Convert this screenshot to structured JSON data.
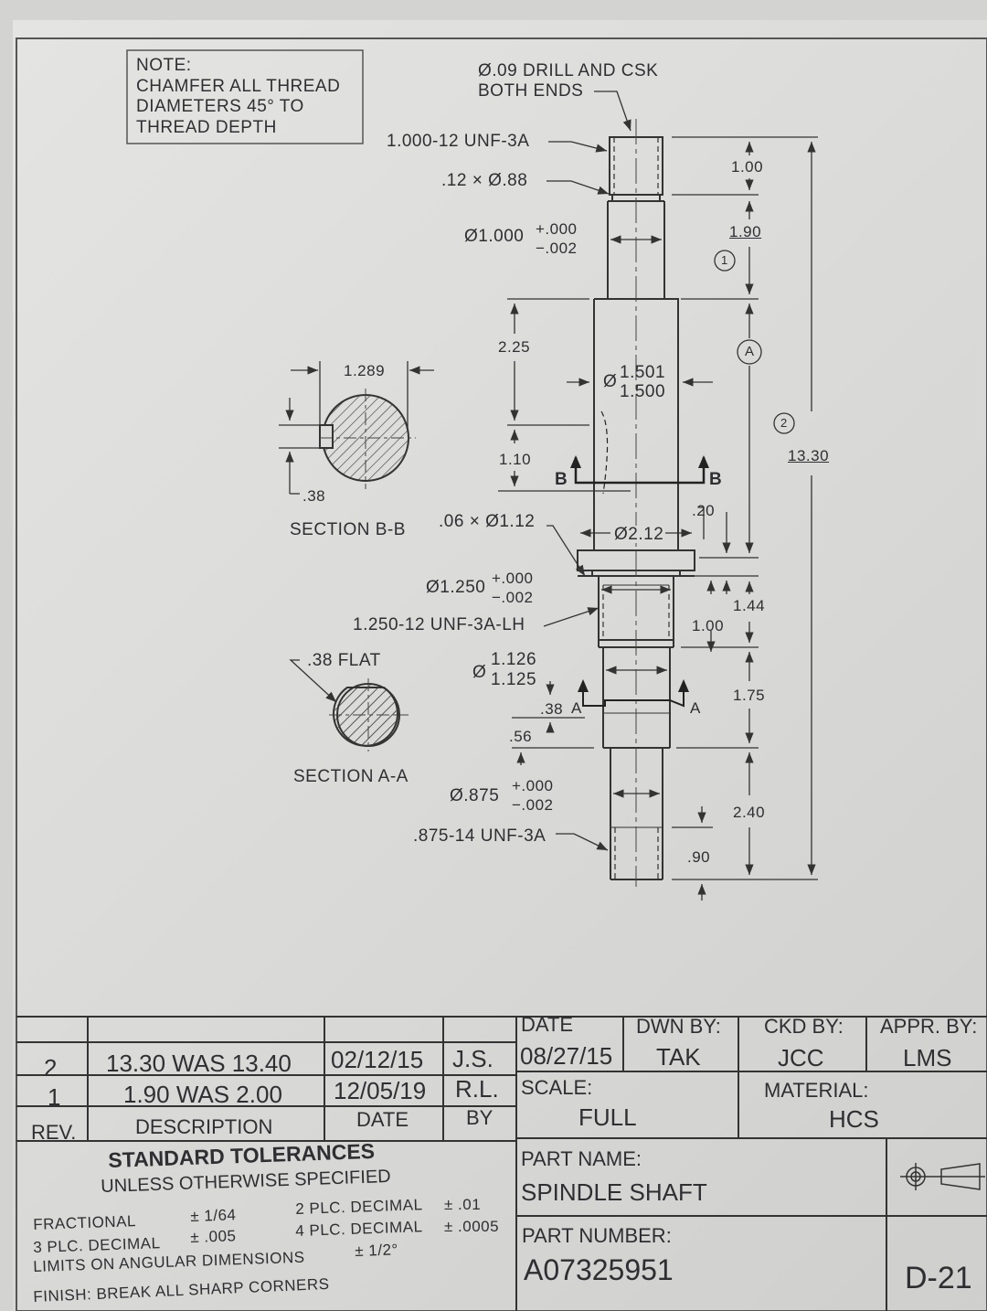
{
  "note": {
    "title": "NOTE:",
    "lines": [
      "CHAMFER ALL THREAD",
      "DIAMETERS 45° TO",
      "THREAD DEPTH"
    ]
  },
  "callouts": {
    "drill_line1": "Ø.09 DRILL AND CSK",
    "drill_line2": "BOTH ENDS",
    "thread_top": "1.000-12 UNF-3A",
    "groove_top": ".12 × Ø.88",
    "dia_1000": "Ø1.000",
    "dia_1000_tol_plus": "+.000",
    "dia_1000_tol_minus": "−.002",
    "dia_1501_symbol": "Ø",
    "dia_1501_upper": "1.501",
    "dia_1501_lower": "1.500",
    "groove_mid": ".06 × Ø1.12",
    "dia_212": "Ø2.12",
    "dia_1250": "Ø1.250",
    "dia_1250_tol_plus": "+.000",
    "dia_1250_tol_minus": "−.002",
    "thread_mid": "1.250-12 UNF-3A-LH",
    "dia_1126_symbol": "Ø",
    "dia_1126_upper": "1.126",
    "dia_1126_lower": "1.125",
    "dia_875": "Ø.875",
    "dia_875_tol_plus": "+.000",
    "dia_875_tol_minus": "−.002",
    "thread_bottom": ".875-14 UNF-3A",
    "flat_note": ".38 FLAT"
  },
  "dimensions": {
    "d_100_top": "1.00",
    "d_190": "1.90",
    "balloon_1": "1",
    "balloon_a": "A",
    "balloon_2": "2",
    "d_1330": "13.30",
    "d_225": "2.25",
    "d_110": "1.10",
    "d_020": ".20",
    "d_144": "1.44",
    "d_100_mid": "1.00",
    "d_175": "1.75",
    "d_038": ".38",
    "d_056": ".56",
    "d_240": "2.40",
    "d_090": ".90",
    "d_1289": "1.289",
    "d_038_bb": ".38"
  },
  "sections": {
    "bb_title": "SECTION B-B",
    "aa_title": "SECTION A-A",
    "b_letter_left": "B",
    "b_letter_right": "B",
    "a_letter_left": "A",
    "a_letter_right": "A"
  },
  "revisions": {
    "rows": [
      {
        "rev": "2",
        "description": "13.30 WAS 13.40",
        "date": "02/12/15",
        "by": "J.S."
      },
      {
        "rev": "1",
        "description": "1.90 WAS 2.00",
        "date": "12/05/19",
        "by": "R.L."
      }
    ],
    "headers": {
      "rev": "REV.",
      "description": "DESCRIPTION",
      "date": "DATE",
      "by": "BY"
    }
  },
  "title_block": {
    "date_label": "DATE",
    "date_value": "08/27/15",
    "dwn_label": "DWN BY:",
    "dwn_value": "TAK",
    "ckd_label": "CKD BY:",
    "ckd_value": "JCC",
    "appr_label": "APPR. BY:",
    "appr_value": "LMS",
    "scale_label": "SCALE:",
    "scale_value": "FULL",
    "material_label": "MATERIAL:",
    "material_value": "HCS",
    "part_name_label": "PART NAME:",
    "part_name_value": "SPINDLE SHAFT",
    "part_number_label": "PART NUMBER:",
    "part_number_value": "A07325951",
    "sheet": "D-21"
  },
  "tolerances": {
    "title": "STANDARD TOLERANCES",
    "subtitle": "UNLESS OTHERWISE SPECIFIED",
    "fractional": "FRACTIONAL",
    "fractional_value": "± 1/64",
    "two_plc": "2 PLC. DECIMAL",
    "two_plc_value": "± .01",
    "three_plc": "3 PLC. DECIMAL",
    "three_plc_value": "± .005",
    "four_plc": "4 PLC. DECIMAL",
    "four_plc_value": "± .0005",
    "angular": "LIMITS ON ANGULAR DIMENSIONS",
    "angular_value": "± 1/2°",
    "finish": "FINISH: BREAK ALL SHARP CORNERS"
  }
}
